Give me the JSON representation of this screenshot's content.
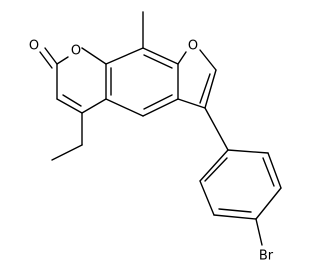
{
  "molecule": {
    "atoms": {
      "carbonyl_oxygen": "O",
      "ring_oxygen": "O",
      "furan_oxygen": "O",
      "bromine": "Br"
    },
    "bonds": [
      "carbonyl_c=o",
      "lactone-ring",
      "benzene-ring",
      "furan-ring",
      "methyl",
      "ethyl",
      "bromophenyl"
    ]
  }
}
